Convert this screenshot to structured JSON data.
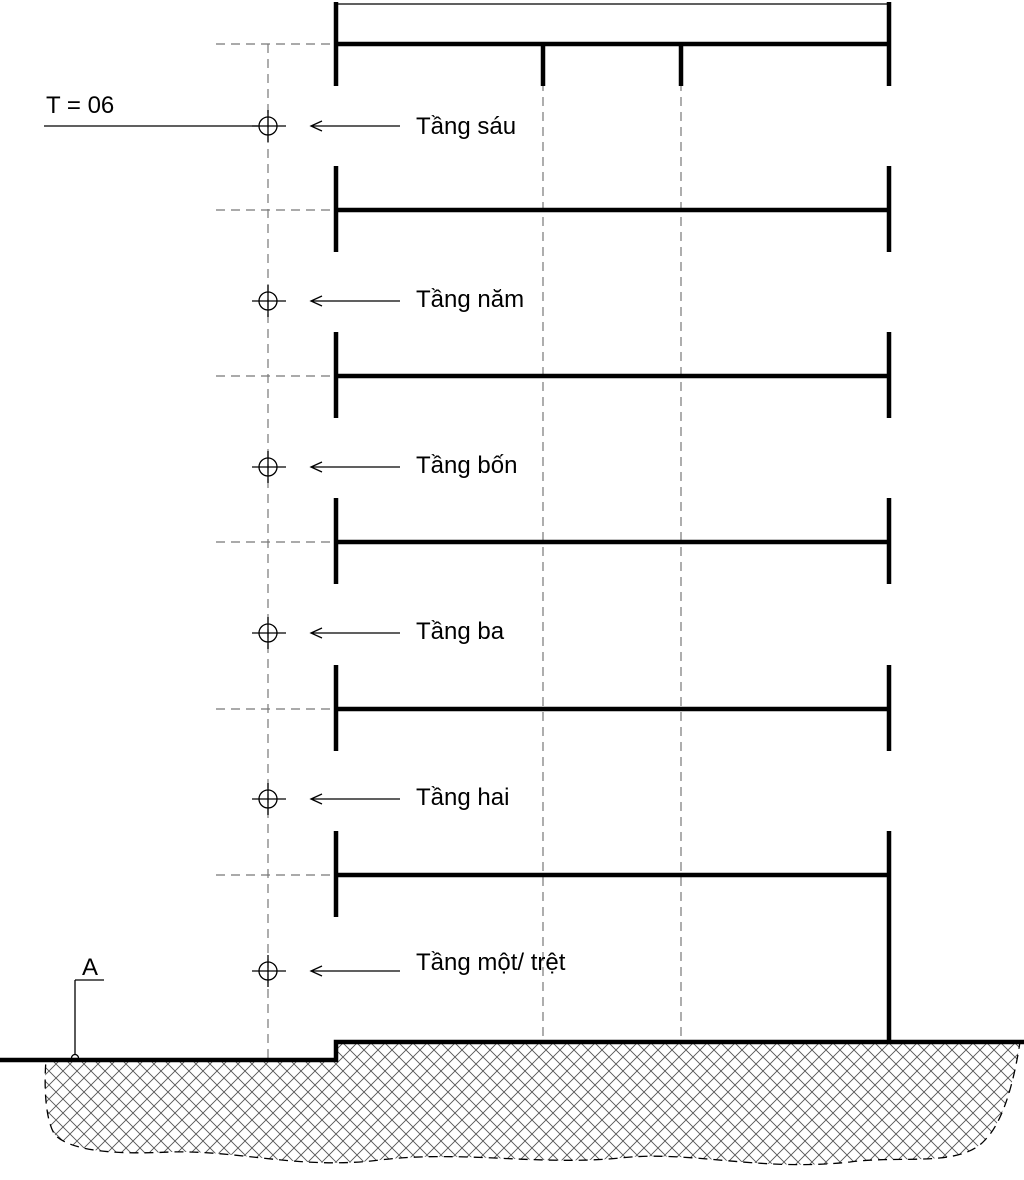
{
  "level_marker": {
    "text": "T = 06"
  },
  "ground_point": {
    "text": "A"
  },
  "floors": [
    {
      "label": "Tầng sáu"
    },
    {
      "label": "Tầng năm"
    },
    {
      "label": "Tầng bốn"
    },
    {
      "label": "Tầng ba"
    },
    {
      "label": "Tầng hai"
    },
    {
      "label": "Tầng một/ trệt"
    }
  ]
}
